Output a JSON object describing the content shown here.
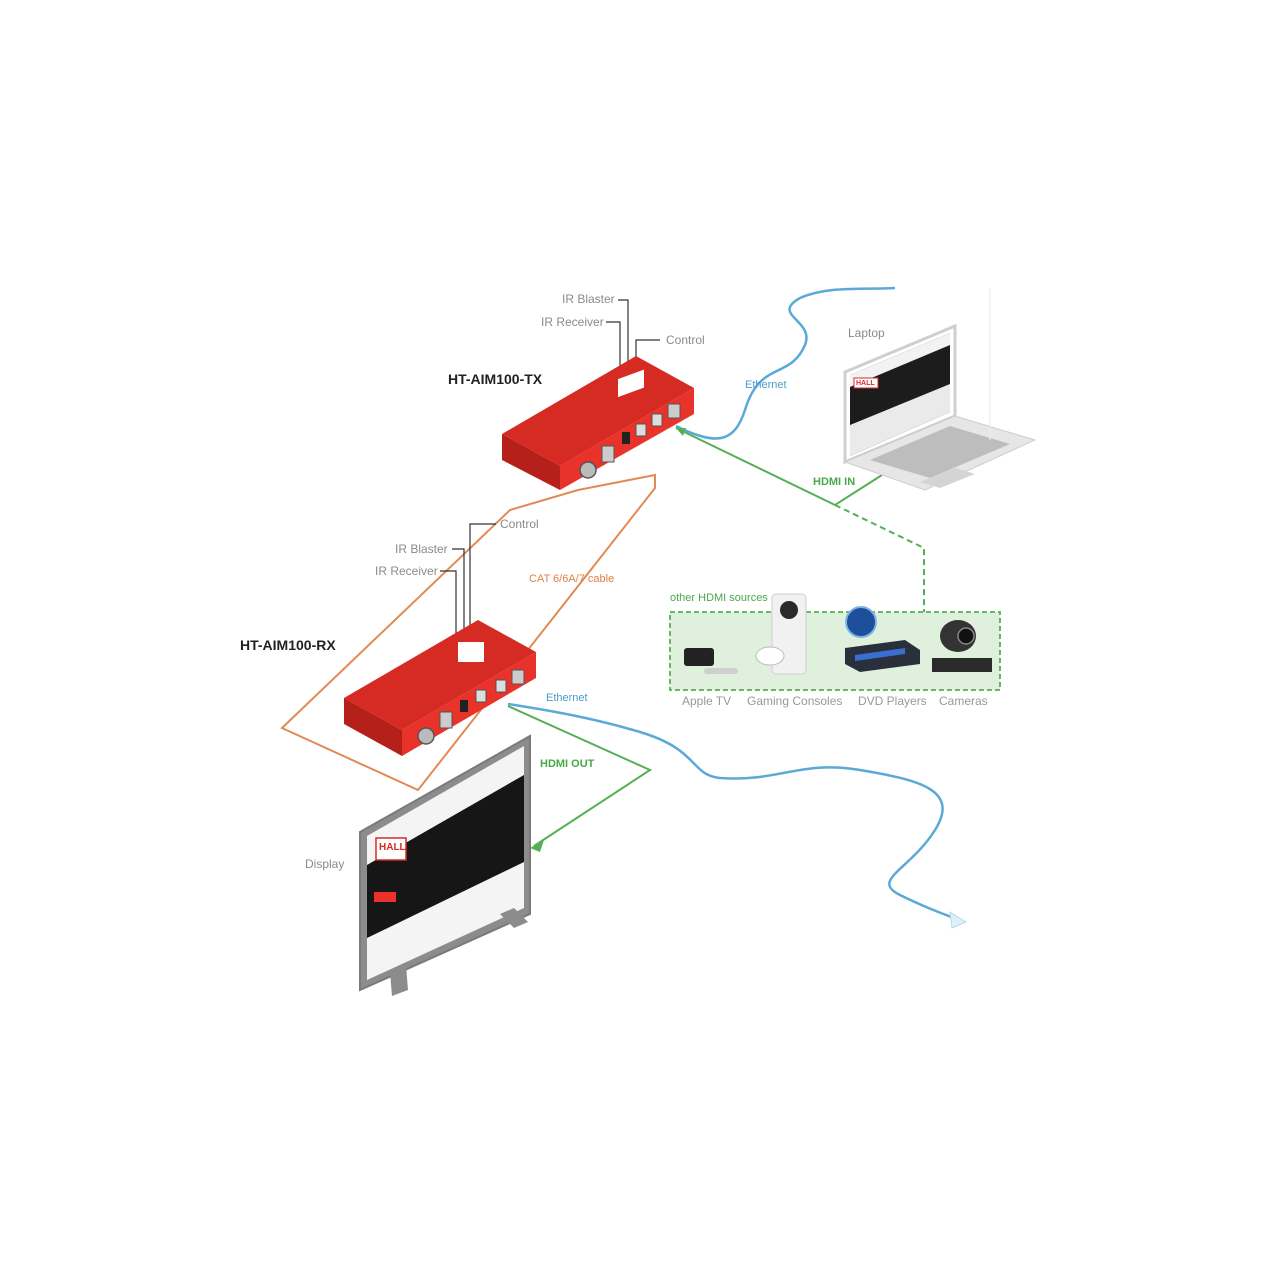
{
  "colors": {
    "device_red": "#e8322a",
    "ethernet": "#5aa9d6",
    "hdmi": "#55b055",
    "cat_cable": "#e28a55",
    "callout": "#333333"
  },
  "tx": {
    "title": "HT-AIM100-TX",
    "ir_blaster": "IR Blaster",
    "ir_receiver": "IR Receiver",
    "control": "Control"
  },
  "rx": {
    "title": "HT-AIM100-RX",
    "ir_blaster": "IR Blaster",
    "ir_receiver": "IR Receiver",
    "control": "Control"
  },
  "connections": {
    "ethernet_tx": "Ethernet",
    "ethernet_rx": "Ethernet",
    "hdmi_in": "HDMI IN",
    "hdmi_out": "HDMI OUT",
    "cat_cable": "CAT 6/6A/7 cable"
  },
  "laptop": {
    "label": "Laptop",
    "logo": "HALL"
  },
  "display": {
    "label": "Display",
    "logo": "HALL"
  },
  "sources": {
    "title": "other HDMI sources",
    "items": [
      "Apple TV",
      "Gaming Consoles",
      "DVD Players",
      "Cameras"
    ]
  }
}
